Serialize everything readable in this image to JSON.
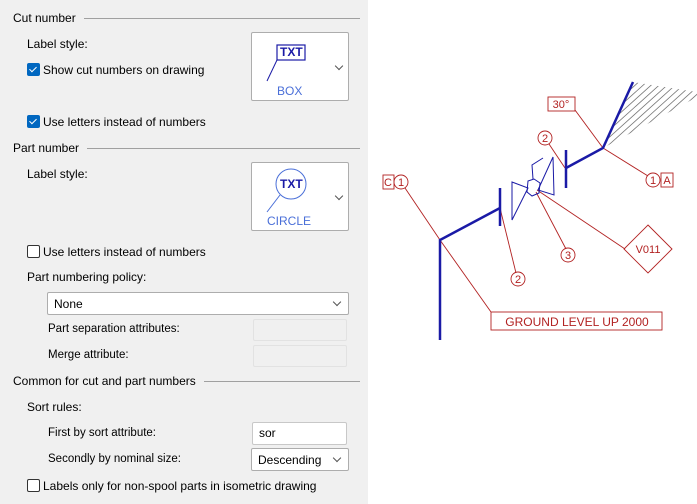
{
  "cut_number": {
    "header": "Cut number",
    "label_style": "Label style:",
    "show_cut_numbers": {
      "label": "Show cut numbers on drawing",
      "checked": true
    },
    "style_preview": {
      "text": "TXT",
      "name": "BOX"
    },
    "use_letters": {
      "label": "Use letters instead of numbers",
      "checked": true
    }
  },
  "part_number": {
    "header": "Part number",
    "label_style": "Label style:",
    "style_preview": {
      "text": "TXT",
      "name": "CIRCLE"
    },
    "use_letters": {
      "label": "Use letters instead of numbers",
      "checked": false
    },
    "policy_label": "Part numbering policy:",
    "policy_value": "None",
    "separation_label": "Part separation attributes:",
    "separation_value": "",
    "merge_label": "Merge attribute:",
    "merge_value": ""
  },
  "common": {
    "header": "Common for cut and part numbers",
    "sort_rules": "Sort rules:",
    "first_label": "First by sort attribute:",
    "first_value": "sor",
    "second_label": "Secondly by nominal size:",
    "second_value": "Descending",
    "labels_only": {
      "label": "Labels only for non-spool parts in isometric drawing",
      "checked": false
    }
  },
  "preview": {
    "angle": "30°",
    "cut_c": "C",
    "cut_a": "A",
    "part_1": "1",
    "part_1b": "1",
    "part_2a": "2",
    "part_2b": "2",
    "part_3": "3",
    "valve_tag": "V011",
    "elevation": "GROUND LEVEL UP 2000"
  },
  "colors": {
    "pipe": "#1a1aa6",
    "annotation": "#b22222",
    "accent": "#0067c0"
  }
}
